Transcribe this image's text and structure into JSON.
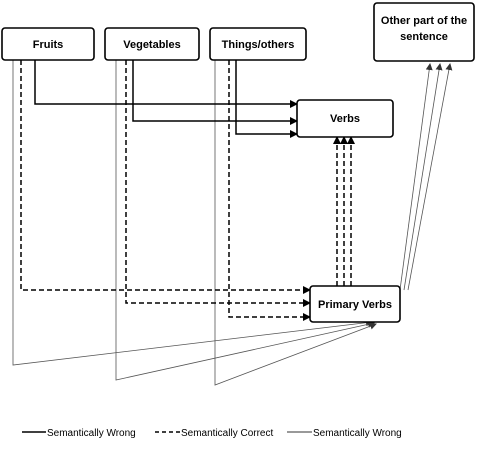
{
  "nodes": {
    "fruits": "Fruits",
    "vegetables": "Vegetables",
    "things": "Things/others",
    "verbs": "Verbs",
    "primary_verbs": "Primary Verbs",
    "other_part_line1": "Other part of the",
    "other_part_line2": "sentence"
  },
  "legend": {
    "solid_thick": "Semantically Wrong",
    "dashed": "Semantically Correct",
    "solid_thin": "Semantically Wrong"
  }
}
